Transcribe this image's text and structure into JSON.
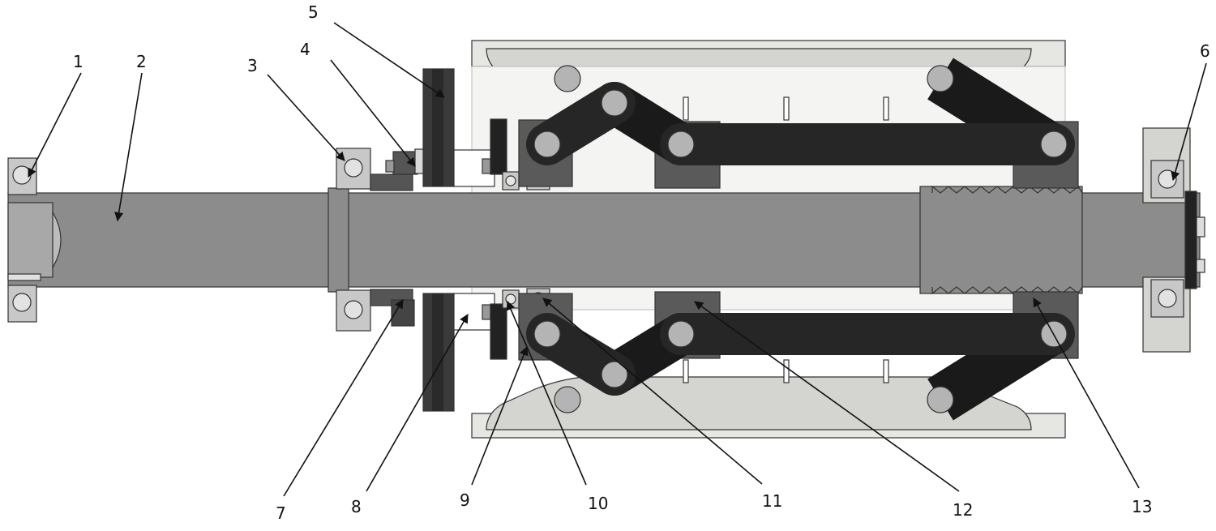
{
  "diagram": {
    "colors": {
      "shaft": "#8c8c8c",
      "link": "#262626",
      "slider_block": "#5a5a5a",
      "frame_plate": "#d4d4d0",
      "bearing": "#c8c8c8",
      "pin": "#b4b4b4",
      "outline": "#333333"
    },
    "callouts": [
      {
        "id": "1",
        "label": "1"
      },
      {
        "id": "2",
        "label": "2"
      },
      {
        "id": "3",
        "label": "3"
      },
      {
        "id": "4",
        "label": "4"
      },
      {
        "id": "5",
        "label": "5"
      },
      {
        "id": "6",
        "label": "6"
      },
      {
        "id": "7",
        "label": "7"
      },
      {
        "id": "8",
        "label": "8"
      },
      {
        "id": "9",
        "label": "9"
      },
      {
        "id": "10",
        "label": "10"
      },
      {
        "id": "11",
        "label": "11"
      },
      {
        "id": "12",
        "label": "12"
      },
      {
        "id": "13",
        "label": "13"
      }
    ]
  }
}
